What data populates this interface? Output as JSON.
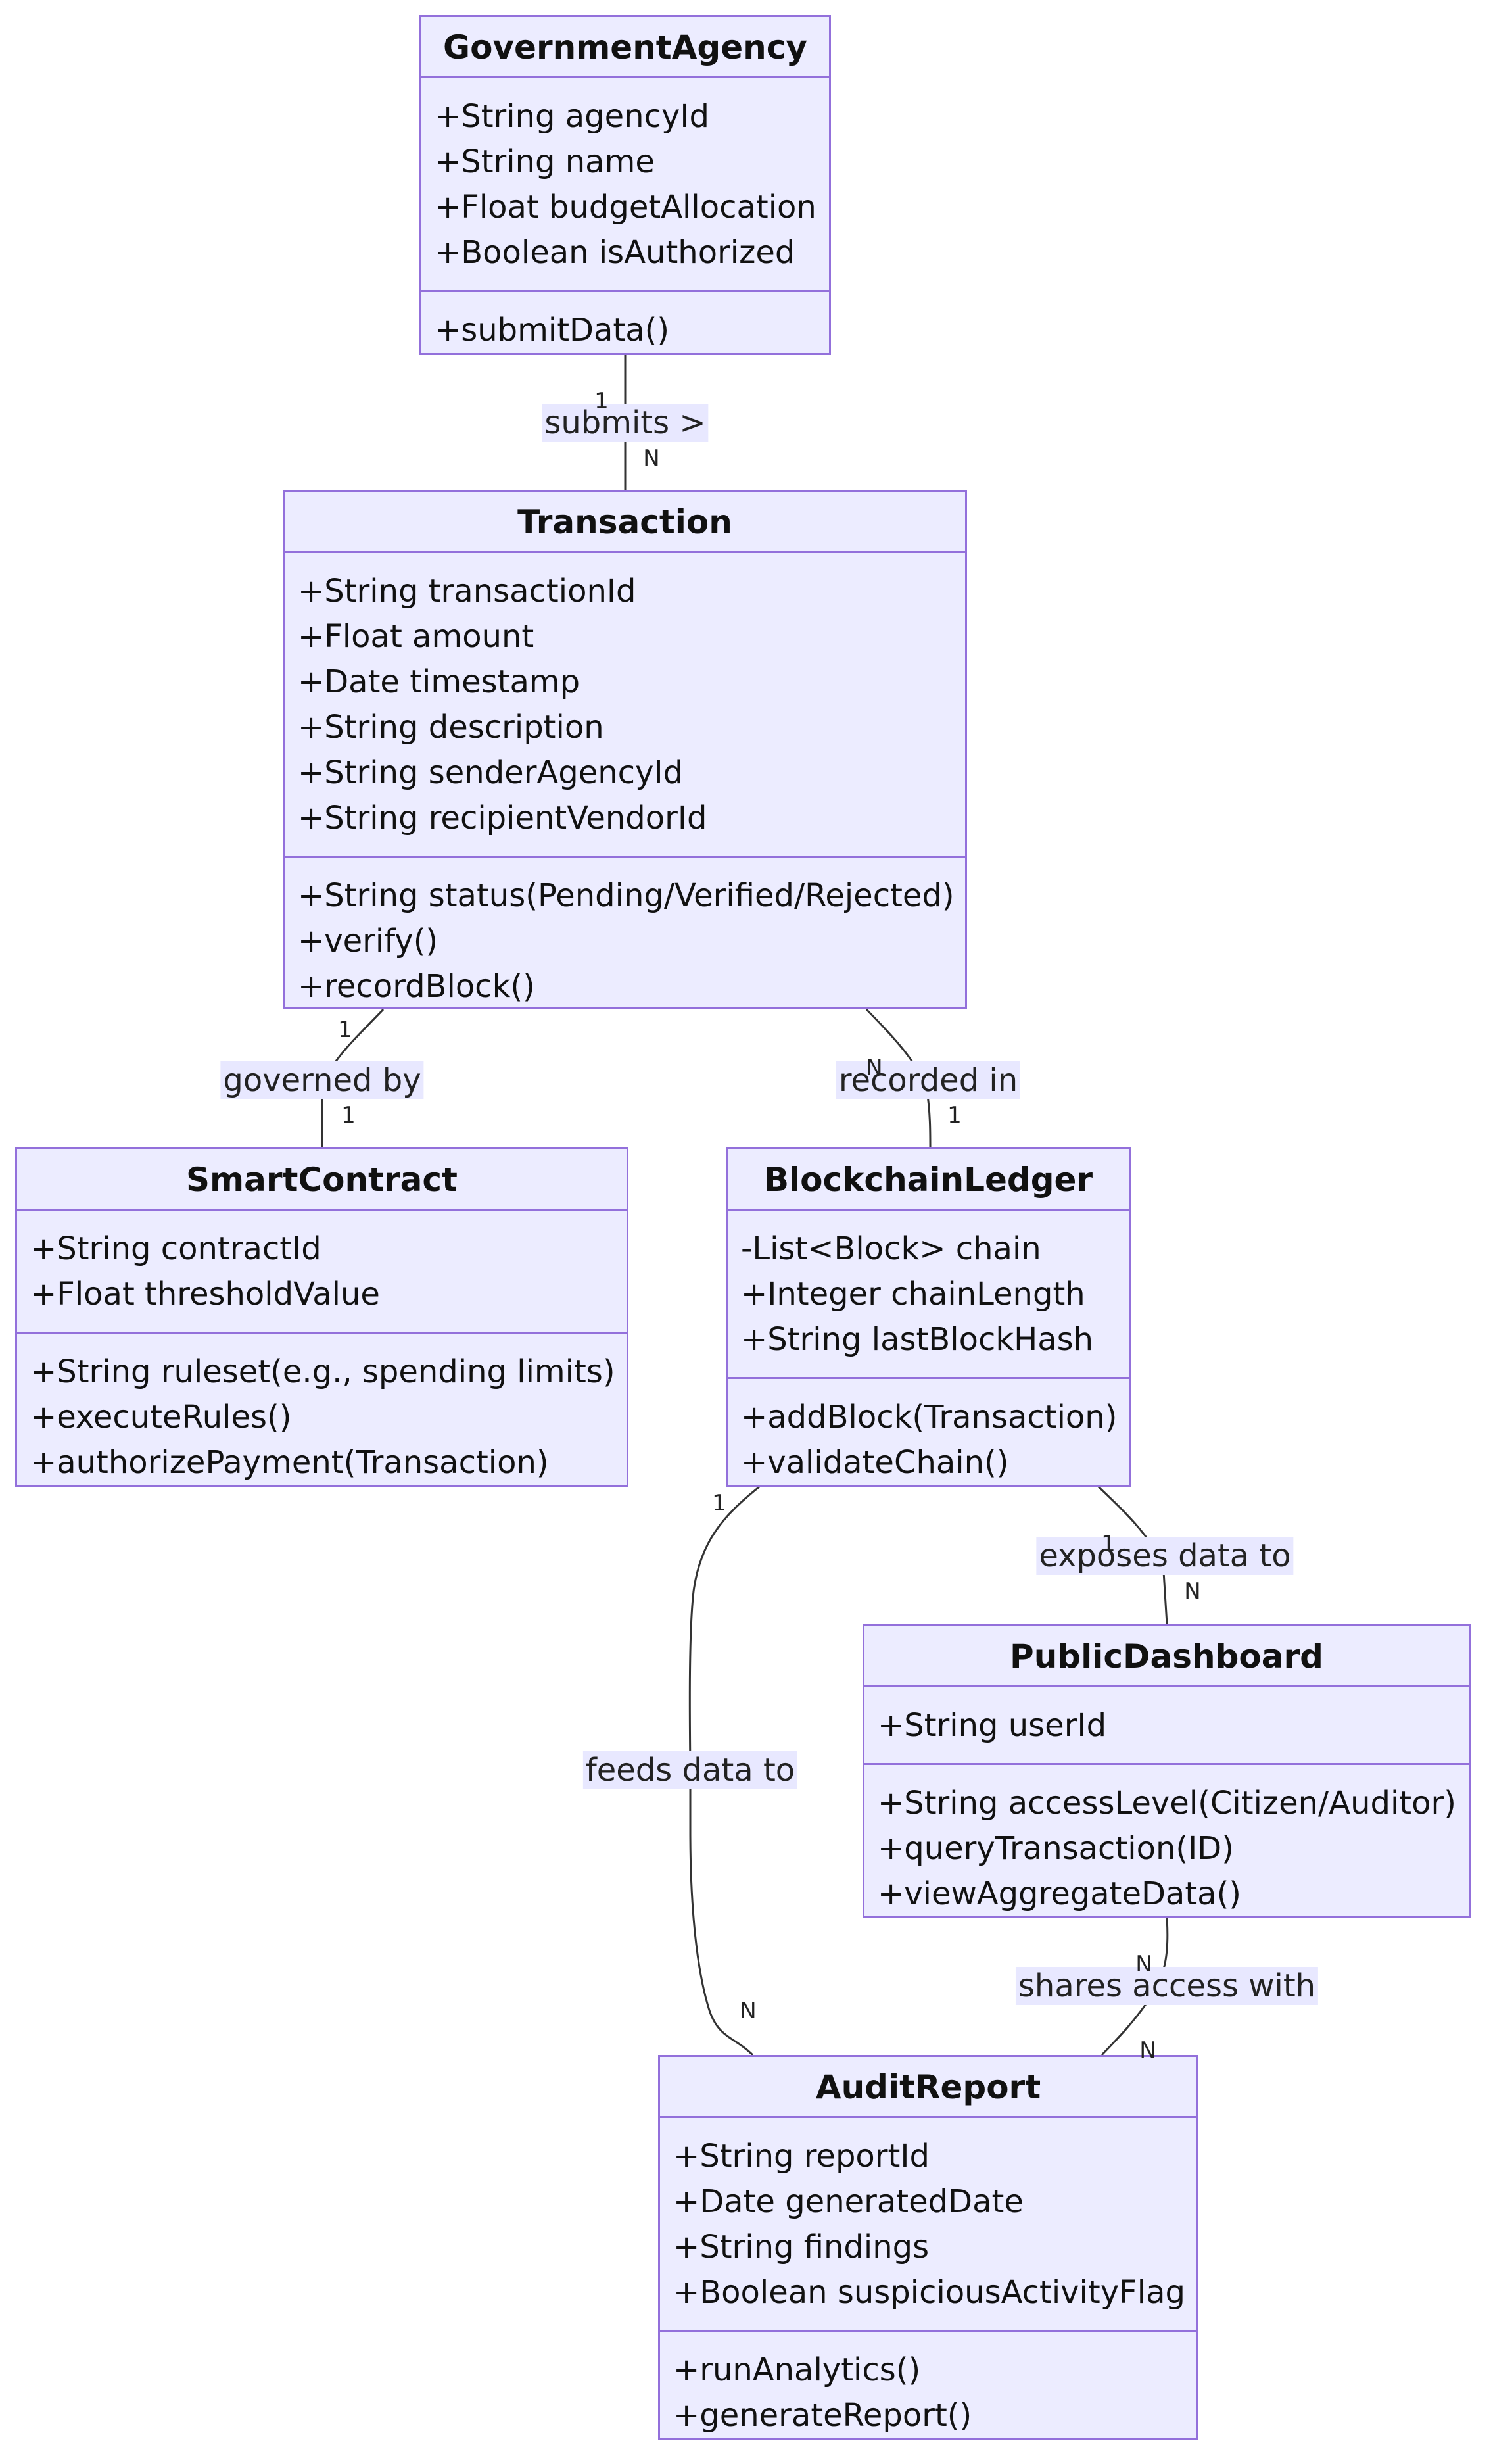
{
  "classes": {
    "GovernmentAgency": {
      "name": "GovernmentAgency",
      "attributes": [
        "+String agencyId",
        "+String name",
        "+Float budgetAllocation",
        "+Boolean isAuthorized"
      ],
      "methods": [
        "+submitData()"
      ]
    },
    "Transaction": {
      "name": "Transaction",
      "attributes": [
        "+String transactionId",
        "+Float amount",
        "+Date timestamp",
        "+String description",
        "+String senderAgencyId",
        "+String recipientVendorId"
      ],
      "methods": [
        "+String status(Pending/Verified/Rejected)",
        "+verify()",
        "+recordBlock()"
      ]
    },
    "SmartContract": {
      "name": "SmartContract",
      "attributes": [
        "+String contractId",
        "+Float thresholdValue"
      ],
      "methods": [
        "+String ruleset(e.g., spending limits)",
        "+executeRules()",
        "+authorizePayment(Transaction)"
      ]
    },
    "BlockchainLedger": {
      "name": "BlockchainLedger",
      "attributes": [
        "-List<Block> chain",
        "+Integer chainLength",
        "+String lastBlockHash"
      ],
      "methods": [
        "+addBlock(Transaction)",
        "+validateChain()"
      ]
    },
    "PublicDashboard": {
      "name": "PublicDashboard",
      "attributes": [
        "+String userId"
      ],
      "methods": [
        "+String accessLevel(Citizen/Auditor)",
        "+queryTransaction(ID)",
        "+viewAggregateData()"
      ]
    },
    "AuditReport": {
      "name": "AuditReport",
      "attributes": [
        "+String reportId",
        "+Date generatedDate",
        "+String findings",
        "+Boolean suspiciousActivityFlag"
      ],
      "methods": [
        "+runAnalytics()",
        "+generateReport()"
      ]
    }
  },
  "relations": [
    {
      "id": "submits",
      "from": "GovernmentAgency",
      "to": "Transaction",
      "label": "submits >",
      "from_card": "1",
      "to_card": "N"
    },
    {
      "id": "governed-by",
      "from": "Transaction",
      "to": "SmartContract",
      "label": "governed by",
      "from_card": "1",
      "to_card": "1"
    },
    {
      "id": "recorded-in",
      "from": "Transaction",
      "to": "BlockchainLedger",
      "label": "recorded in",
      "from_card": "N",
      "to_card": "1"
    },
    {
      "id": "exposes-data-to",
      "from": "BlockchainLedger",
      "to": "PublicDashboard",
      "label": "exposes data to",
      "from_card": "1",
      "to_card": "N"
    },
    {
      "id": "feeds-data-to",
      "from": "BlockchainLedger",
      "to": "AuditReport",
      "label": "feeds data to",
      "from_card": "1",
      "to_card": "N"
    },
    {
      "id": "shares-access-with",
      "from": "PublicDashboard",
      "to": "AuditReport",
      "label": "shares access with",
      "from_card": "N",
      "to_card": "N"
    }
  ],
  "colors": {
    "class_fill": "#ececff",
    "class_border": "#9370db",
    "line": "#333333",
    "label_fill": "#e8e8ff"
  }
}
